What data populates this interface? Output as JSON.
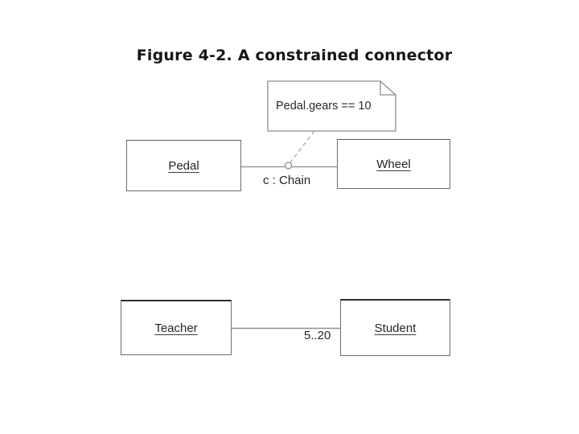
{
  "slide": {
    "title": "Figure 4-2. A constrained connector"
  },
  "uml": {
    "constraint_note": "Pedal.gears == 10",
    "top_diagram": {
      "left_class": "Pedal",
      "right_class": "Wheel",
      "connector_label": "c : Chain"
    },
    "bottom_diagram": {
      "left_class": "Teacher",
      "right_class": "Student",
      "multiplicity": "5..20"
    }
  },
  "colors": {
    "background": "#ffffff",
    "title_text": "#161616",
    "box_border": "#6e6e6e",
    "box_dark_top": "#2e2e2e",
    "connector_line": "#9b9b9b",
    "dashed_line": "#a3a3a3",
    "note_border": "#8a8a8a",
    "label_text": "#242424"
  }
}
